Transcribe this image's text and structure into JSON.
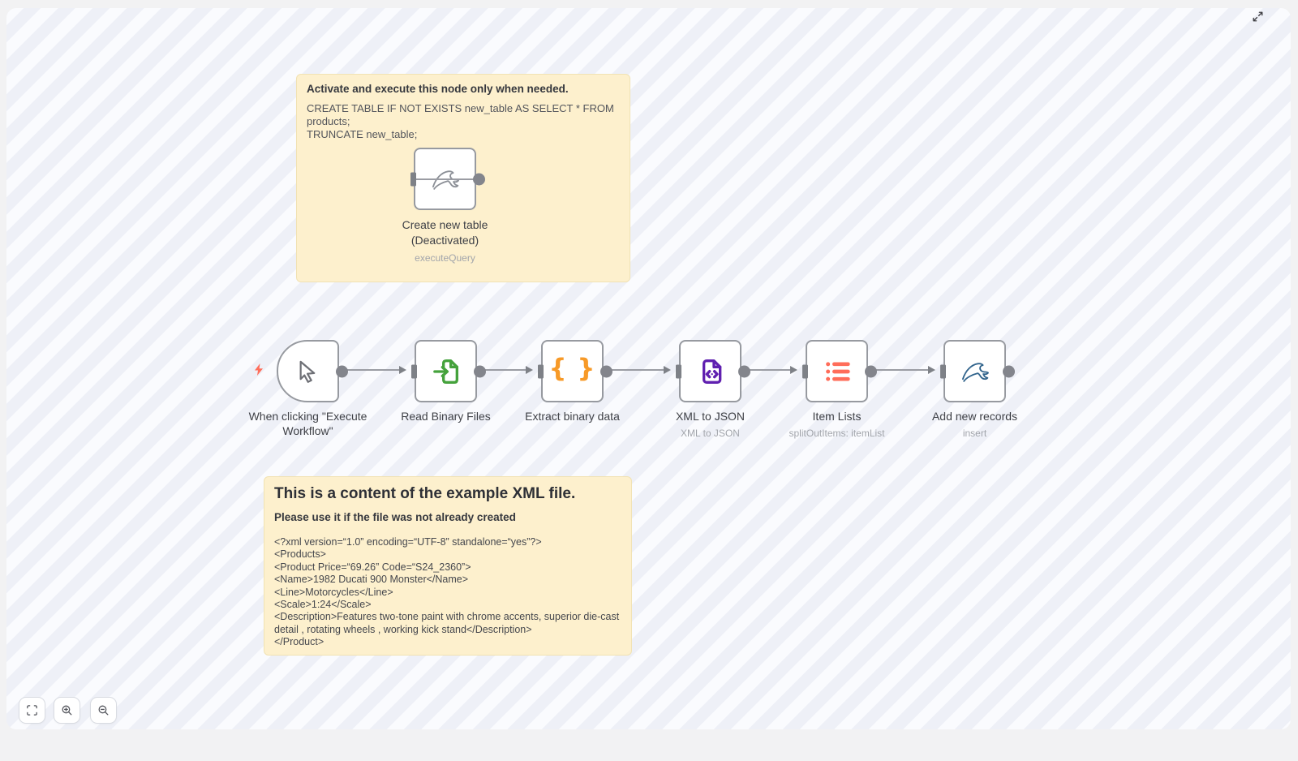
{
  "canvas": {
    "stripe_light": "#fafbfe",
    "stripe_dark": "#eef0f7",
    "page_background": "#f2f2f3"
  },
  "sticky_top": {
    "title": "Activate and execute this node only when needed.",
    "sql_lines": [
      "CREATE TABLE IF NOT EXISTS new_table AS SELECT * FROM products;",
      "TRUNCATE new_table;"
    ],
    "background": "#fdf0cd"
  },
  "disabled_node": {
    "label": "Create new table (Deactivated)",
    "subtitle": "executeQuery",
    "icon": "mysql-dolphin-icon",
    "icon_color": "#8b8f96"
  },
  "trigger_indicator": {
    "icon": "lightning-bolt-icon",
    "color": "#ff6d5a"
  },
  "nodes": [
    {
      "label": "When clicking \"Execute Workflow\"",
      "subtitle": "",
      "icon": "mouse-pointer-icon",
      "color": "#6e7076"
    },
    {
      "label": "Read Binary Files",
      "subtitle": "",
      "icon": "file-import-icon",
      "color": "#45a23c"
    },
    {
      "label": "Extract binary data",
      "subtitle": "",
      "icon": "curly-braces-icon",
      "icon_glyph": "{ }",
      "color": "#f79a28"
    },
    {
      "label": "XML to JSON",
      "subtitle": "XML to JSON",
      "icon": "file-code-icon",
      "color": "#6020b0"
    },
    {
      "label": "Item Lists",
      "subtitle": "splitOutItems: itemList",
      "icon": "bullet-list-icon",
      "color": "#ff6d5a"
    },
    {
      "label": "Add new records",
      "subtitle": "insert",
      "icon": "mysql-dolphin-icon",
      "color": "#31648c"
    }
  ],
  "sticky_bottom": {
    "title": "This is a content of the example XML file.",
    "subtitle": "Please use it if the file was not already created",
    "xml_lines": [
      "<?xml version=“1.0” encoding=“UTF-8” standalone=“yes”?>",
      "<Products>",
      "<Product Price=“69.26” Code=“S24_2360”>",
      "<Name>1982 Ducati 900 Monster</Name>",
      "<Line>Motorcycles</Line>",
      "<Scale>1:24</Scale>",
      "<Description>Features two-tone paint with chrome accents, superior die-cast detail , rotating wheels , working kick stand</Description>",
      "</Product>"
    ],
    "background": "#fdf0cd"
  },
  "controls": {
    "fit_view_icon": "fit-view-icon",
    "zoom_in_icon": "zoom-in-icon",
    "zoom_out_icon": "zoom-out-icon"
  },
  "colors": {
    "node_border": "#979aa0",
    "connector": "#7e8187",
    "connection_line": "#9a9ca3"
  }
}
